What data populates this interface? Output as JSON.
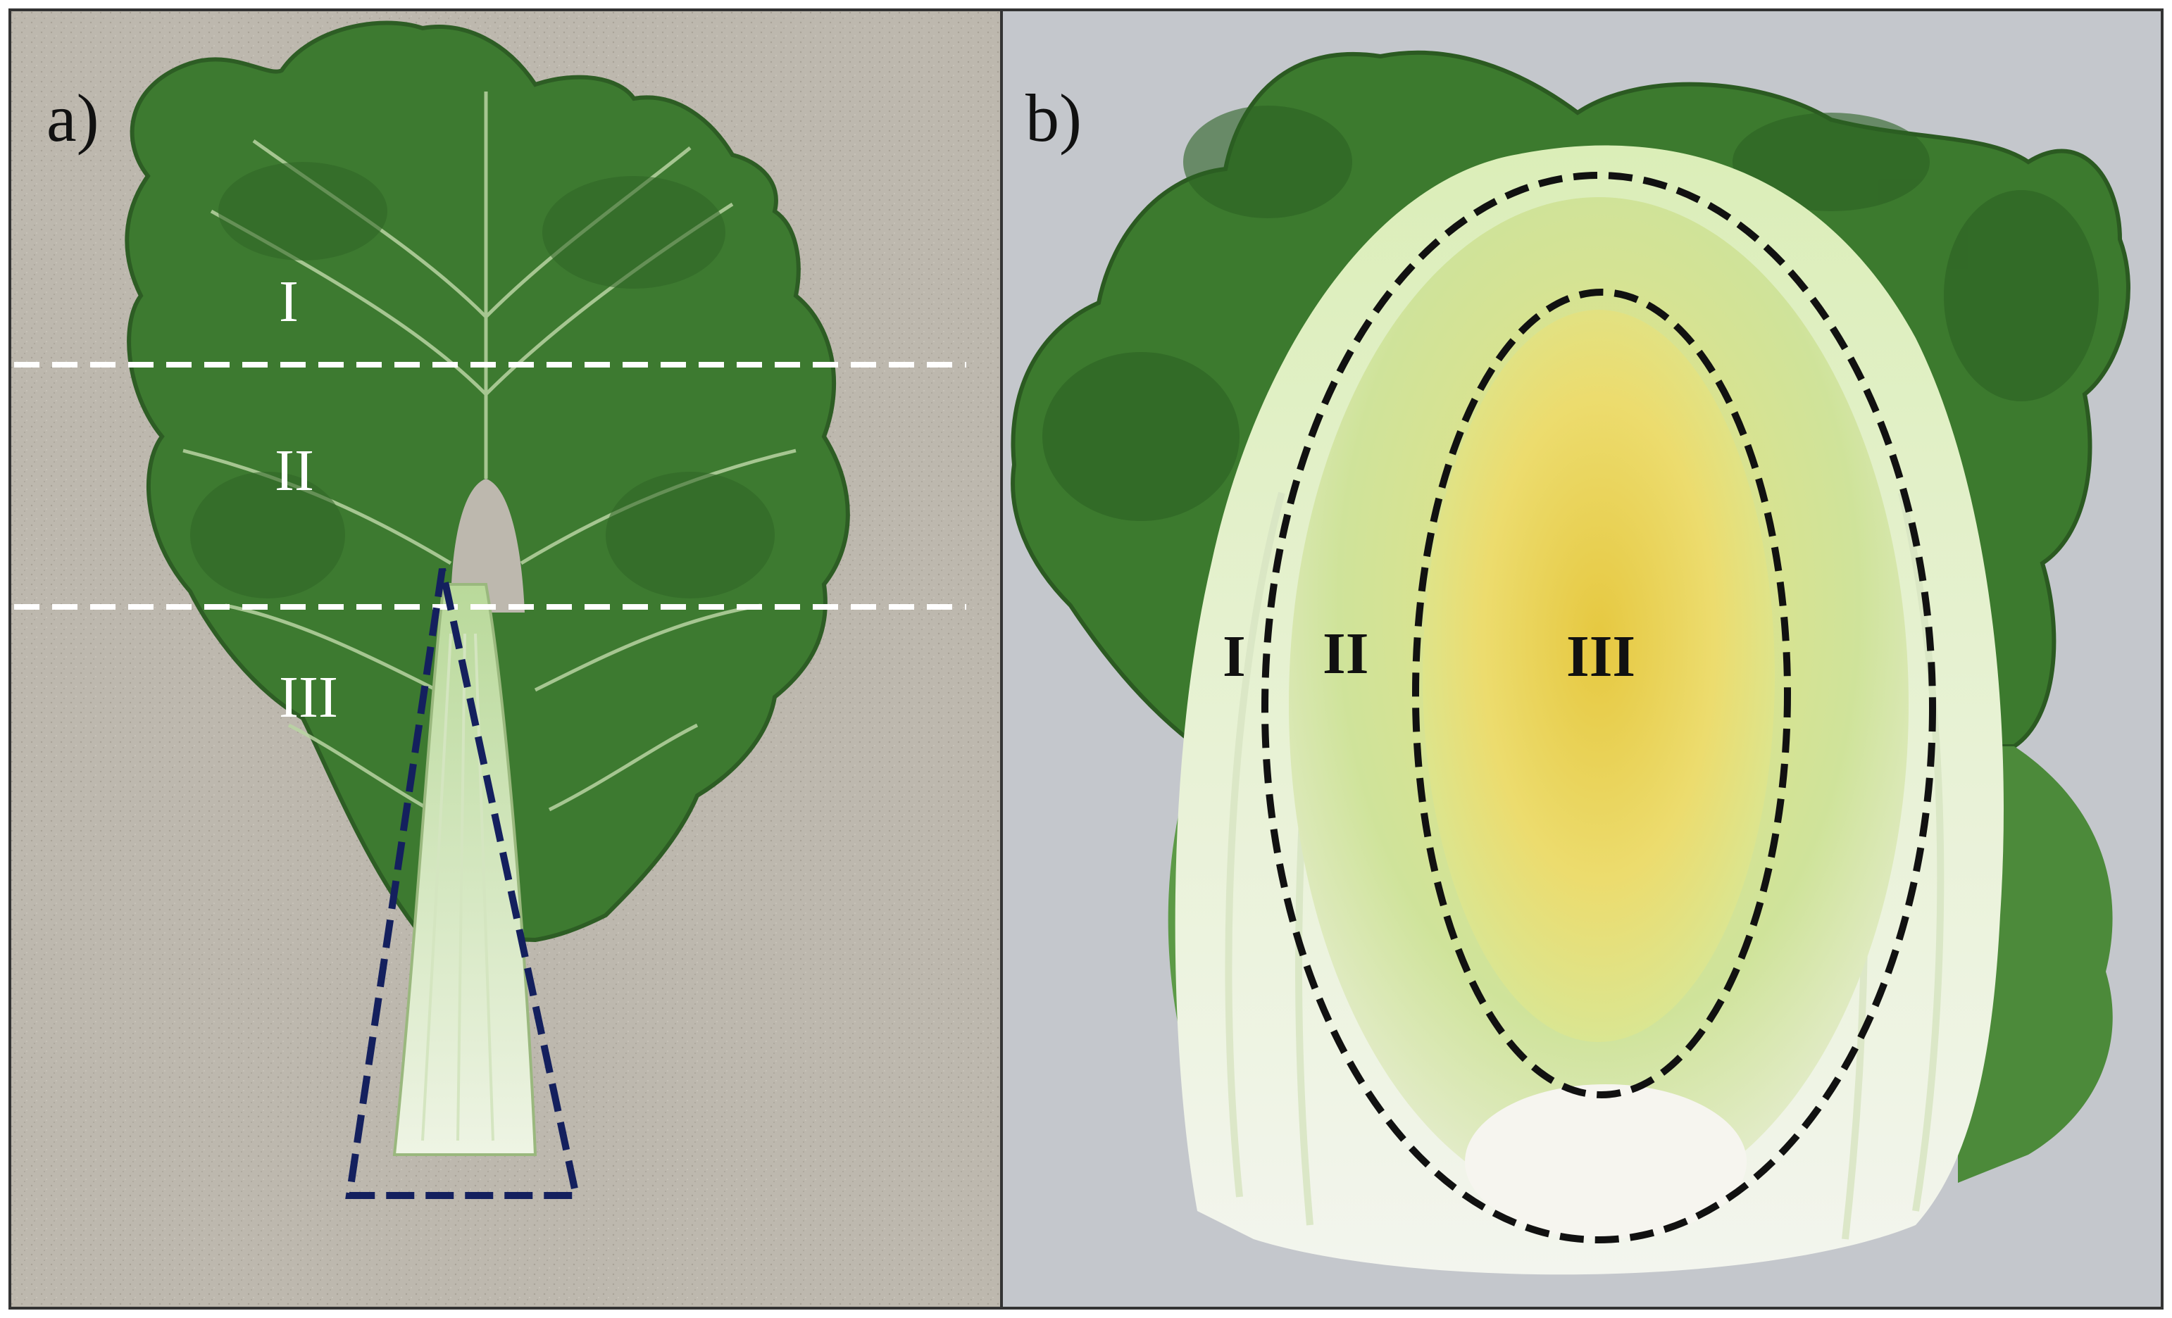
{
  "panels": [
    {
      "letter": "a)",
      "subject": "single cabbage leaf",
      "zones": [
        "I",
        "II",
        "III"
      ],
      "divider_style": "white dashed",
      "midrib_outline_style": "navy dashed triangle"
    },
    {
      "letter": "b)",
      "subject": "cabbage head cross-section",
      "zones": [
        "I",
        "II",
        "III"
      ],
      "zone_outline_style": "black dashed ellipses"
    }
  ],
  "colors": {
    "background_a": "#bdb8ae",
    "background_b": "#c4c7cc",
    "leaf_green": "#3f7a32",
    "leaf_dark": "#2a5a22",
    "midrib": "#dfeccf",
    "yellow_core": "#e8d35a",
    "pale_green": "#c9e08a",
    "white_ribs": "#f1f2ea",
    "white_dash": "#ffffff",
    "navy_dash": "#14205e",
    "black_dash": "#111111"
  }
}
